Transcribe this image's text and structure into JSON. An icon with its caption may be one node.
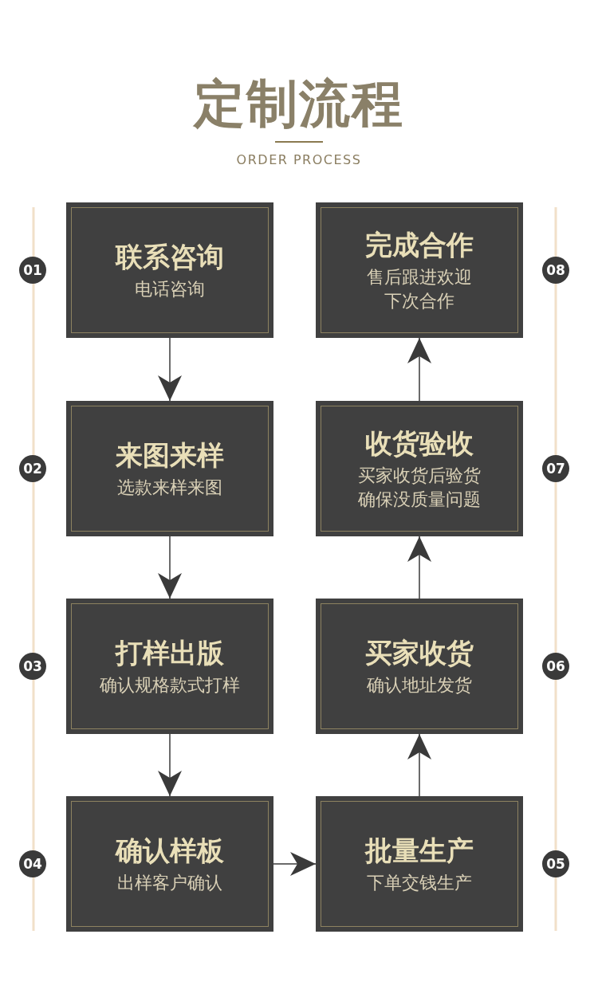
{
  "diagram": {
    "title": "定制流程",
    "nodes": [
      {
        "text": [
          "01"
        ]
      },
      {
        "text": [
          "联系咨询",
          "电话咨询"
        ]
      },
      {
        "text": [
          "完成合作",
          "售后跟进欢迎下次合作"
        ]
      },
      {
        "text": [
          "08"
        ]
      },
      {
        "text": [
          "02"
        ]
      },
      {
        "text": [
          "来图来样",
          "选款来样来图"
        ]
      },
      {
        "text": [
          "收货验收",
          "买家收货后验货确保没质量问题"
        ]
      },
      {
        "text": [
          "07"
        ]
      },
      {
        "text": [
          "03"
        ]
      },
      {
        "text": [
          "打样出版",
          "确认规格款式打样"
        ]
      },
      {
        "text": [
          "买家收货",
          "确认地址发货"
        ]
      },
      {
        "text": [
          "06"
        ]
      },
      {
        "text": [
          "04"
        ]
      },
      {
        "text": [
          "确认样板",
          "出样客户确认"
        ]
      },
      {
        "text": [
          "批量生产",
          "下单交钱生产"
        ]
      },
      {
        "text": [
          "05"
        ]
      }
    ],
    "edges": [
      {
        "from": 1,
        "to": 5,
        "arrow": "to"
      },
      {
        "from": 5,
        "to": 9,
        "arrow": "to"
      },
      {
        "from": 9,
        "to": 13,
        "arrow": "to"
      },
      {
        "from": 13,
        "to": 14,
        "arrow": "to"
      },
      {
        "from": 14,
        "to": 10,
        "arrow": "to"
      },
      {
        "from": 10,
        "to": 6,
        "arrow": "to"
      },
      {
        "from": 6,
        "to": 2,
        "arrow": "to"
      }
    ],
    "labels": [
      "ORDER PROCESS"
    ]
  }
}
